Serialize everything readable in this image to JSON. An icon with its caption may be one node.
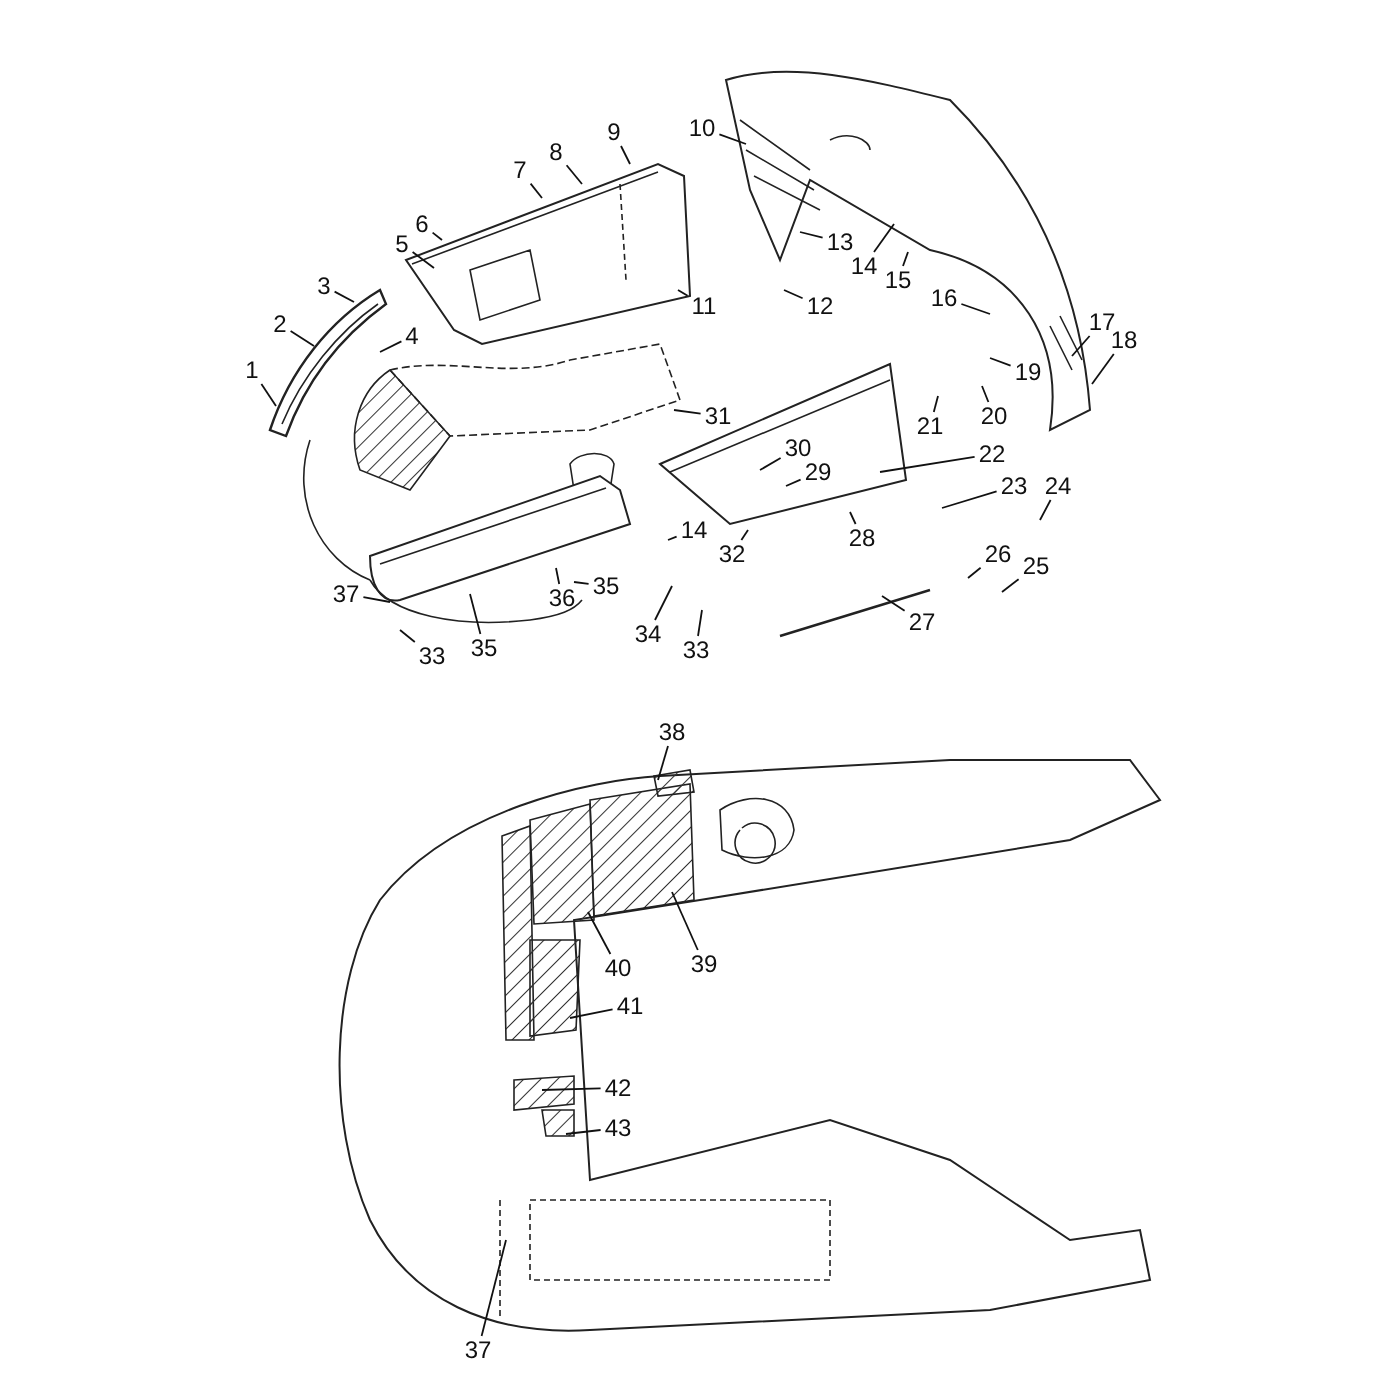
{
  "diagram": {
    "nodes": [
      {
        "text": [
          "1"
        ]
      },
      {
        "text": [
          "2"
        ]
      },
      {
        "text": [
          "3"
        ]
      },
      {
        "text": [
          "4"
        ]
      },
      {
        "text": [
          "5"
        ]
      },
      {
        "text": [
          "6"
        ]
      },
      {
        "text": [
          "7"
        ]
      },
      {
        "text": [
          "8"
        ]
      },
      {
        "text": [
          "9"
        ]
      },
      {
        "text": [
          "10"
        ]
      },
      {
        "text": [
          "11"
        ]
      },
      {
        "text": [
          "12"
        ]
      },
      {
        "text": [
          "13"
        ]
      },
      {
        "text": [
          "14"
        ]
      },
      {
        "text": [
          "15"
        ]
      },
      {
        "text": [
          "16"
        ]
      },
      {
        "text": [
          "17"
        ]
      },
      {
        "text": [
          "18"
        ]
      },
      {
        "text": [
          "19"
        ]
      },
      {
        "text": [
          "20"
        ]
      },
      {
        "text": [
          "21"
        ]
      },
      {
        "text": [
          "22"
        ]
      },
      {
        "text": [
          "23"
        ]
      },
      {
        "text": [
          "24"
        ]
      },
      {
        "text": [
          "25"
        ]
      },
      {
        "text": [
          "26"
        ]
      },
      {
        "text": [
          "27"
        ]
      },
      {
        "text": [
          "28"
        ]
      },
      {
        "text": [
          "29"
        ]
      },
      {
        "text": [
          "30"
        ]
      },
      {
        "text": [
          "31"
        ]
      },
      {
        "text": [
          "32"
        ]
      },
      {
        "text": [
          "14"
        ]
      },
      {
        "text": [
          "33"
        ]
      },
      {
        "text": [
          "34"
        ]
      },
      {
        "text": [
          "35"
        ]
      },
      {
        "text": [
          "36"
        ]
      },
      {
        "text": [
          "35"
        ]
      },
      {
        "text": [
          "33"
        ]
      },
      {
        "text": [
          "37"
        ]
      },
      {
        "text": [
          "38"
        ]
      },
      {
        "text": [
          "39"
        ]
      },
      {
        "text": [
          "40"
        ]
      },
      {
        "text": [
          "41"
        ]
      },
      {
        "text": [
          "42"
        ]
      },
      {
        "text": [
          "43"
        ]
      },
      {
        "text": [
          "37"
        ]
      }
    ],
    "edges": [
      {
        "from": 0,
        "to": null,
        "arrow": "none"
      },
      {
        "from": 1,
        "to": null,
        "arrow": "none"
      },
      {
        "from": 2,
        "to": null,
        "arrow": "none"
      },
      {
        "from": 3,
        "to": null,
        "arrow": "none"
      },
      {
        "from": 4,
        "to": null,
        "arrow": "none"
      },
      {
        "from": 5,
        "to": null,
        "arrow": "none"
      },
      {
        "from": 6,
        "to": null,
        "arrow": "none"
      },
      {
        "from": 7,
        "to": null,
        "arrow": "none"
      },
      {
        "from": 8,
        "to": null,
        "arrow": "none"
      },
      {
        "from": 9,
        "to": null,
        "arrow": "none"
      },
      {
        "from": 10,
        "to": null,
        "arrow": "none"
      },
      {
        "from": 11,
        "to": null,
        "arrow": "none"
      },
      {
        "from": 12,
        "to": null,
        "arrow": "none"
      },
      {
        "from": 13,
        "to": null,
        "arrow": "none"
      },
      {
        "from": 14,
        "to": null,
        "arrow": "none"
      },
      {
        "from": 15,
        "to": null,
        "arrow": "none"
      },
      {
        "from": 16,
        "to": null,
        "arrow": "none"
      },
      {
        "from": 17,
        "to": null,
        "arrow": "none"
      },
      {
        "from": 18,
        "to": null,
        "arrow": "none"
      },
      {
        "from": 19,
        "to": null,
        "arrow": "none"
      },
      {
        "from": 20,
        "to": null,
        "arrow": "none"
      },
      {
        "from": 21,
        "to": null,
        "arrow": "none"
      },
      {
        "from": 22,
        "to": null,
        "arrow": "none"
      },
      {
        "from": 23,
        "to": null,
        "arrow": "none"
      },
      {
        "from": 24,
        "to": null,
        "arrow": "none"
      },
      {
        "from": 25,
        "to": null,
        "arrow": "none"
      },
      {
        "from": 26,
        "to": null,
        "arrow": "none"
      },
      {
        "from": 27,
        "to": null,
        "arrow": "none"
      },
      {
        "from": 28,
        "to": null,
        "arrow": "none"
      },
      {
        "from": 29,
        "to": null,
        "arrow": "none"
      },
      {
        "from": 30,
        "to": null,
        "arrow": "none"
      },
      {
        "from": 31,
        "to": null,
        "arrow": "none"
      },
      {
        "from": 32,
        "to": null,
        "arrow": "none"
      },
      {
        "from": 33,
        "to": null,
        "arrow": "none"
      },
      {
        "from": 34,
        "to": null,
        "arrow": "none"
      },
      {
        "from": 35,
        "to": null,
        "arrow": "none"
      },
      {
        "from": 36,
        "to": null,
        "arrow": "none"
      },
      {
        "from": 37,
        "to": null,
        "arrow": "none"
      },
      {
        "from": 38,
        "to": null,
        "arrow": "none"
      },
      {
        "from": 39,
        "to": null,
        "arrow": "none"
      },
      {
        "from": 40,
        "to": null,
        "arrow": "none"
      },
      {
        "from": 41,
        "to": null,
        "arrow": "none"
      },
      {
        "from": 42,
        "to": null,
        "arrow": "none"
      },
      {
        "from": 43,
        "to": null,
        "arrow": "none"
      },
      {
        "from": 44,
        "to": null,
        "arrow": "none"
      },
      {
        "from": 45,
        "to": null,
        "arrow": "none"
      },
      {
        "from": 46,
        "to": null,
        "arrow": "none"
      }
    ]
  }
}
